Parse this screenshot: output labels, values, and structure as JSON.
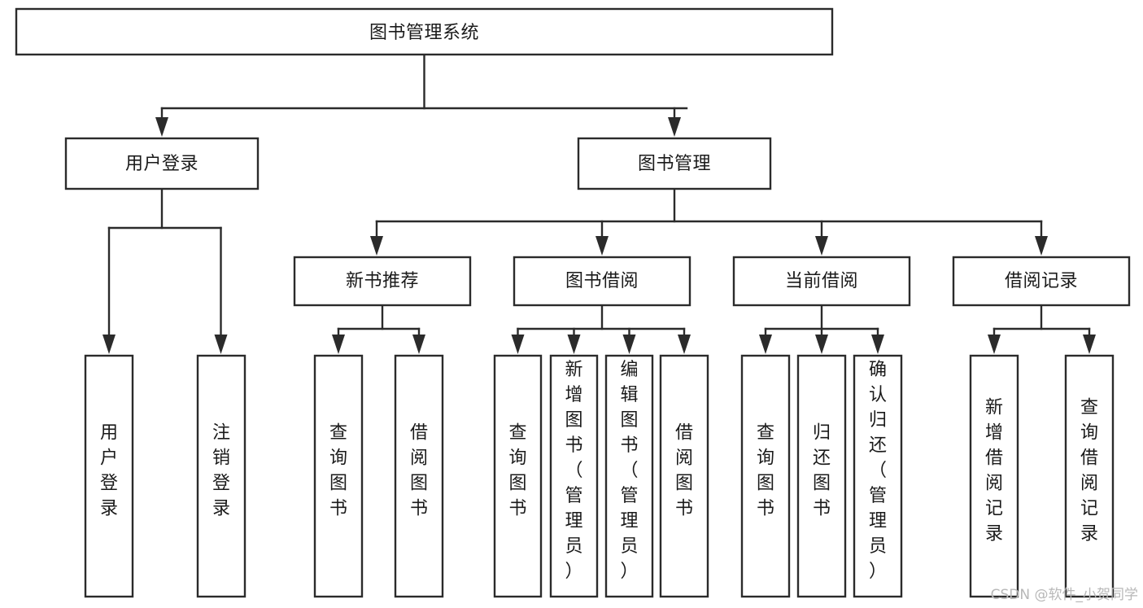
{
  "diagram": {
    "type": "tree",
    "title_text": "图书管理系统",
    "watermark": "CSDN @软件_小贺同学",
    "colors": {
      "box_stroke": "#2b2b2b",
      "box_fill": "#ffffff",
      "text": "#1a1a1a",
      "background": "#ffffff",
      "watermark": "#b8b8b8"
    },
    "levels": {
      "root": {
        "label": "图书管理系统"
      },
      "level2": [
        {
          "label": "用户登录"
        },
        {
          "label": "图书管理"
        }
      ],
      "level3": [
        {
          "label": "新书推荐"
        },
        {
          "label": "图书借阅"
        },
        {
          "label": "当前借阅"
        },
        {
          "label": "借阅记录"
        }
      ]
    },
    "nodes": {
      "root": "图书管理系统",
      "user_login": "用户登录",
      "book_manage": "图书管理",
      "new_book_rec": "新书推荐",
      "book_borrow": "图书借阅",
      "current_borrow": "当前借阅",
      "borrow_record": "借阅记录",
      "leaf_user_login": "用户登录",
      "leaf_logout": "注销登录",
      "leaf_query_book_1": "查询图书",
      "leaf_borrow_book_1": "借阅图书",
      "leaf_query_book_2": "查询图书",
      "leaf_add_book": "新增图书（管理员）",
      "leaf_edit_book": "编辑图书（管理员）",
      "leaf_borrow_book_2": "借阅图书",
      "leaf_query_book_3": "查询图书",
      "leaf_return_book": "归还图书",
      "leaf_confirm_return": "确认归还（管理员）",
      "leaf_add_record": "新增借阅记录",
      "leaf_query_record": "查询借阅记录"
    },
    "edges": [
      {
        "from": "root",
        "to": "user_login"
      },
      {
        "from": "root",
        "to": "book_manage"
      },
      {
        "from": "user_login",
        "to": "leaf_user_login"
      },
      {
        "from": "user_login",
        "to": "leaf_logout"
      },
      {
        "from": "book_manage",
        "to": "new_book_rec"
      },
      {
        "from": "book_manage",
        "to": "book_borrow"
      },
      {
        "from": "book_manage",
        "to": "current_borrow"
      },
      {
        "from": "book_manage",
        "to": "borrow_record"
      },
      {
        "from": "new_book_rec",
        "to": "leaf_query_book_1"
      },
      {
        "from": "new_book_rec",
        "to": "leaf_borrow_book_1"
      },
      {
        "from": "book_borrow",
        "to": "leaf_query_book_2"
      },
      {
        "from": "book_borrow",
        "to": "leaf_add_book"
      },
      {
        "from": "book_borrow",
        "to": "leaf_edit_book"
      },
      {
        "from": "book_borrow",
        "to": "leaf_borrow_book_2"
      },
      {
        "from": "current_borrow",
        "to": "leaf_query_book_3"
      },
      {
        "from": "current_borrow",
        "to": "leaf_return_book"
      },
      {
        "from": "current_borrow",
        "to": "leaf_confirm_return"
      },
      {
        "from": "borrow_record",
        "to": "leaf_add_record"
      },
      {
        "from": "borrow_record",
        "to": "leaf_query_record"
      }
    ]
  }
}
